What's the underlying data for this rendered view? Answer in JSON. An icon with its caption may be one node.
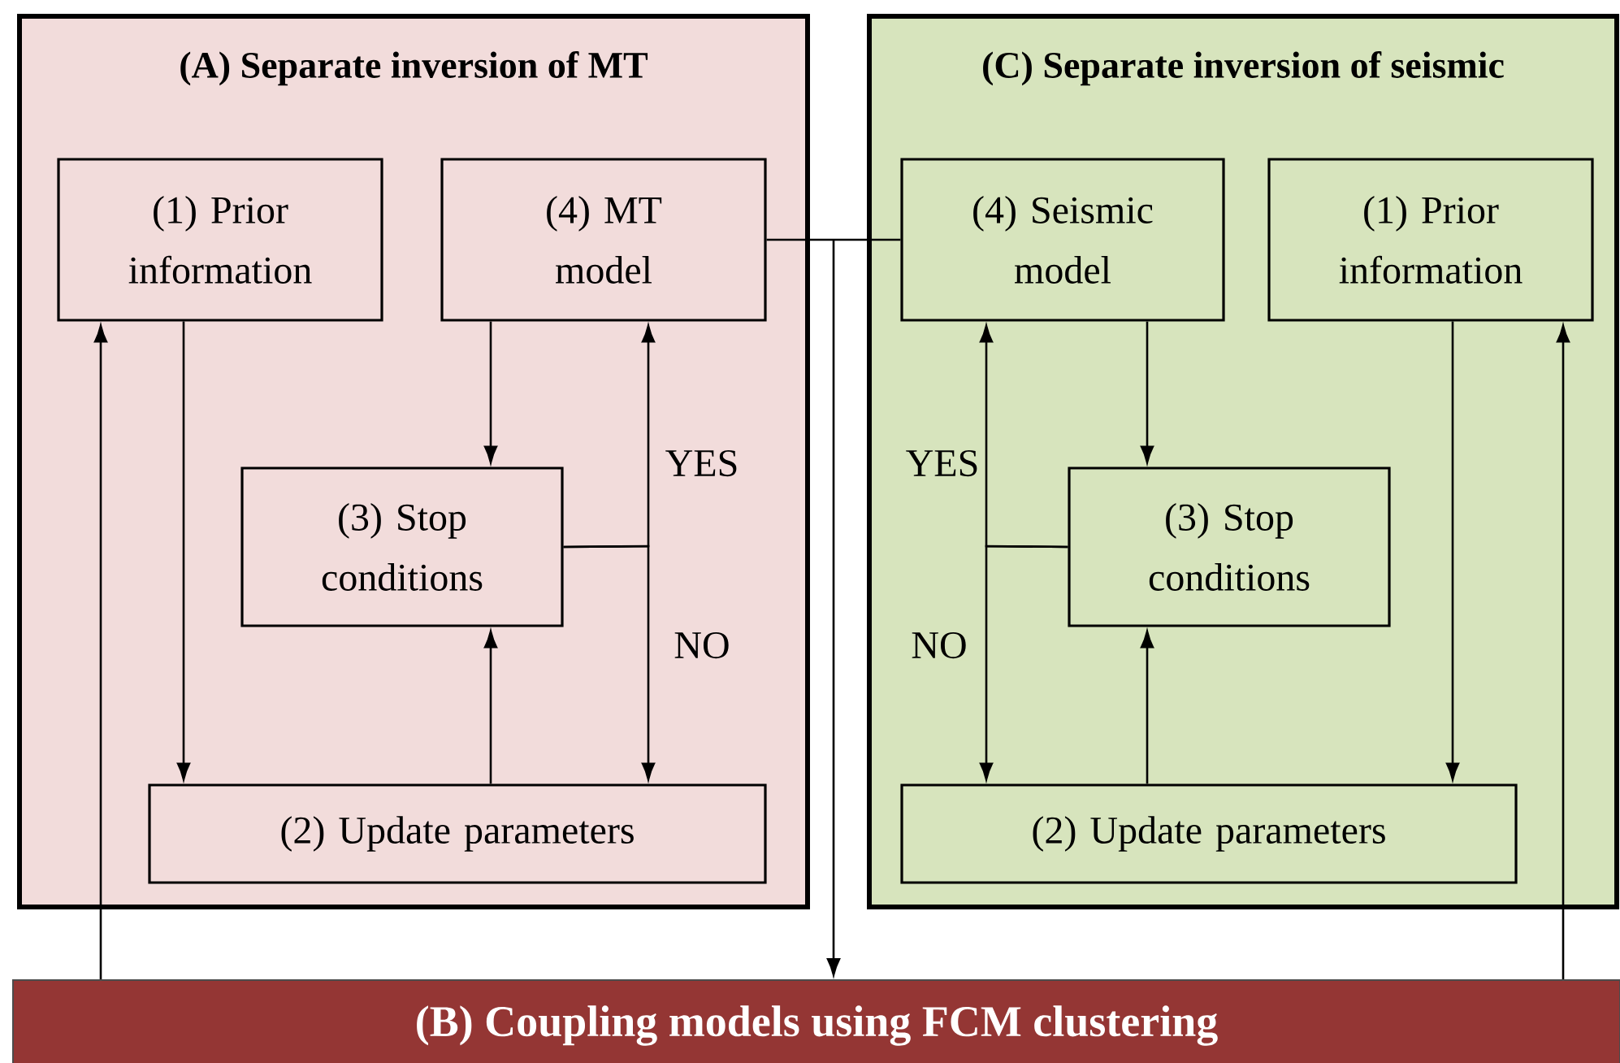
{
  "diagram": {
    "nodes": [
      {
        "text": [
          "(A) Separate inversion of MT"
        ]
      },
      {
        "text": [
          "(1) Prior information"
        ],
        "in": 0
      },
      {
        "text": [
          "(4) MT model"
        ],
        "in": 0
      },
      {
        "text": [
          "(3) Stop conditions"
        ],
        "in": 0
      },
      {
        "text": [
          "(2) Update parameters"
        ],
        "in": 0
      },
      {
        "text": [
          "(C) Separate inversion of seismic"
        ]
      },
      {
        "text": [
          "(4) Seismic model"
        ],
        "in": 5
      },
      {
        "text": [
          "(1) Prior information"
        ],
        "in": 5
      },
      {
        "text": [
          "(3) Stop conditions"
        ],
        "in": 5
      },
      {
        "text": [
          "(2) Update parameters"
        ],
        "in": 5
      },
      {
        "text": [
          "(B) Coupling models using FCM clustering"
        ]
      }
    ],
    "edges": [
      {
        "from": 1,
        "to": 4,
        "arrow": "to"
      },
      {
        "from": 2,
        "to": 3,
        "arrow": "to"
      },
      {
        "from": 4,
        "to": 3,
        "arrow": "to"
      },
      {
        "from": 3,
        "to": 2,
        "arrow": "to",
        "label": "YES"
      },
      {
        "from": 3,
        "to": 4,
        "arrow": "to",
        "label": "NO"
      },
      {
        "from": 10,
        "to": 1,
        "arrow": "to"
      },
      {
        "from": 2,
        "to": 10,
        "arrow": "to"
      },
      {
        "from": 6,
        "to": 10,
        "arrow": "to"
      },
      {
        "from": 6,
        "to": 8,
        "arrow": "to"
      },
      {
        "from": 9,
        "to": 8,
        "arrow": "to"
      },
      {
        "from": 8,
        "to": 6,
        "arrow": "to",
        "label": "YES"
      },
      {
        "from": 8,
        "to": 9,
        "arrow": "to",
        "label": "NO"
      },
      {
        "from": 7,
        "to": 9,
        "arrow": "to"
      },
      {
        "from": 10,
        "to": 7,
        "arrow": "to"
      }
    ]
  }
}
